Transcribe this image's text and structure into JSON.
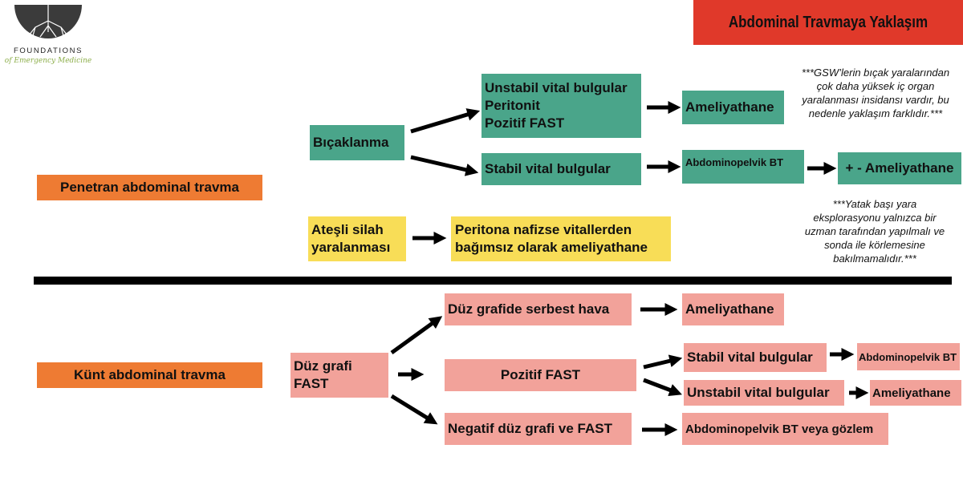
{
  "logo": {
    "name": "FOUNDATIONS",
    "tagline": "of Emergency Medicine"
  },
  "title": "Abdominal Travmaya Yaklaşım",
  "divider": "",
  "penetran": {
    "label": "Penetran abdominal travma",
    "bicak": "Bıçaklanma",
    "unstable_lines": [
      "Unstabil vital bulgular",
      "Peritonit",
      "Pozitif FAST"
    ],
    "unstable_result": "Ameliyathane",
    "stable": "Stabil vital bulgular",
    "stable_ct": "Abdominopelvik BT",
    "stable_result": "+ - Ameliyathane",
    "gsw_lines": [
      "Ateşli silah",
      "yaralanması"
    ],
    "gsw_result_lines": [
      "Peritona nafizse vitallerden",
      "bağımsız olarak ameliyathane"
    ],
    "note1_lines": [
      "***GSW’lerin bıçak yaralarından",
      "çok daha yüksek iç organ",
      "yaralanması insidansı vardır, bu",
      "nedenle yaklaşım farklıdır.***"
    ],
    "note2_lines": [
      "***Yatak başı yara",
      "eksplorasyonu yalnızca bir",
      "uzman tarafından yapılmalı ve",
      "sonda ile körlemesine",
      "bakılmamalıdır.***"
    ]
  },
  "kunt": {
    "label": "Künt abdominal travma",
    "start_lines": [
      "Düz grafi",
      "FAST"
    ],
    "free_air": "Düz grafide serbest hava",
    "free_air_result": "Ameliyathane",
    "positive_fast": "Pozitif FAST",
    "pos_stable": "Stabil vital bulgular",
    "pos_stable_result": "Abdominopelvik BT",
    "pos_unstable": "Unstabil vital bulgular",
    "pos_unstable_result": "Ameliyathane",
    "negative": "Negatif düz grafi ve FAST",
    "negative_result": "Abdominopelvik BT veya gözlem"
  },
  "colors": {
    "green": "#4aa58a",
    "orange": "#ee7b33",
    "yellow": "#f8dd57",
    "pink": "#f2a29a",
    "red": "#e0392a",
    "divider": "#000000"
  }
}
